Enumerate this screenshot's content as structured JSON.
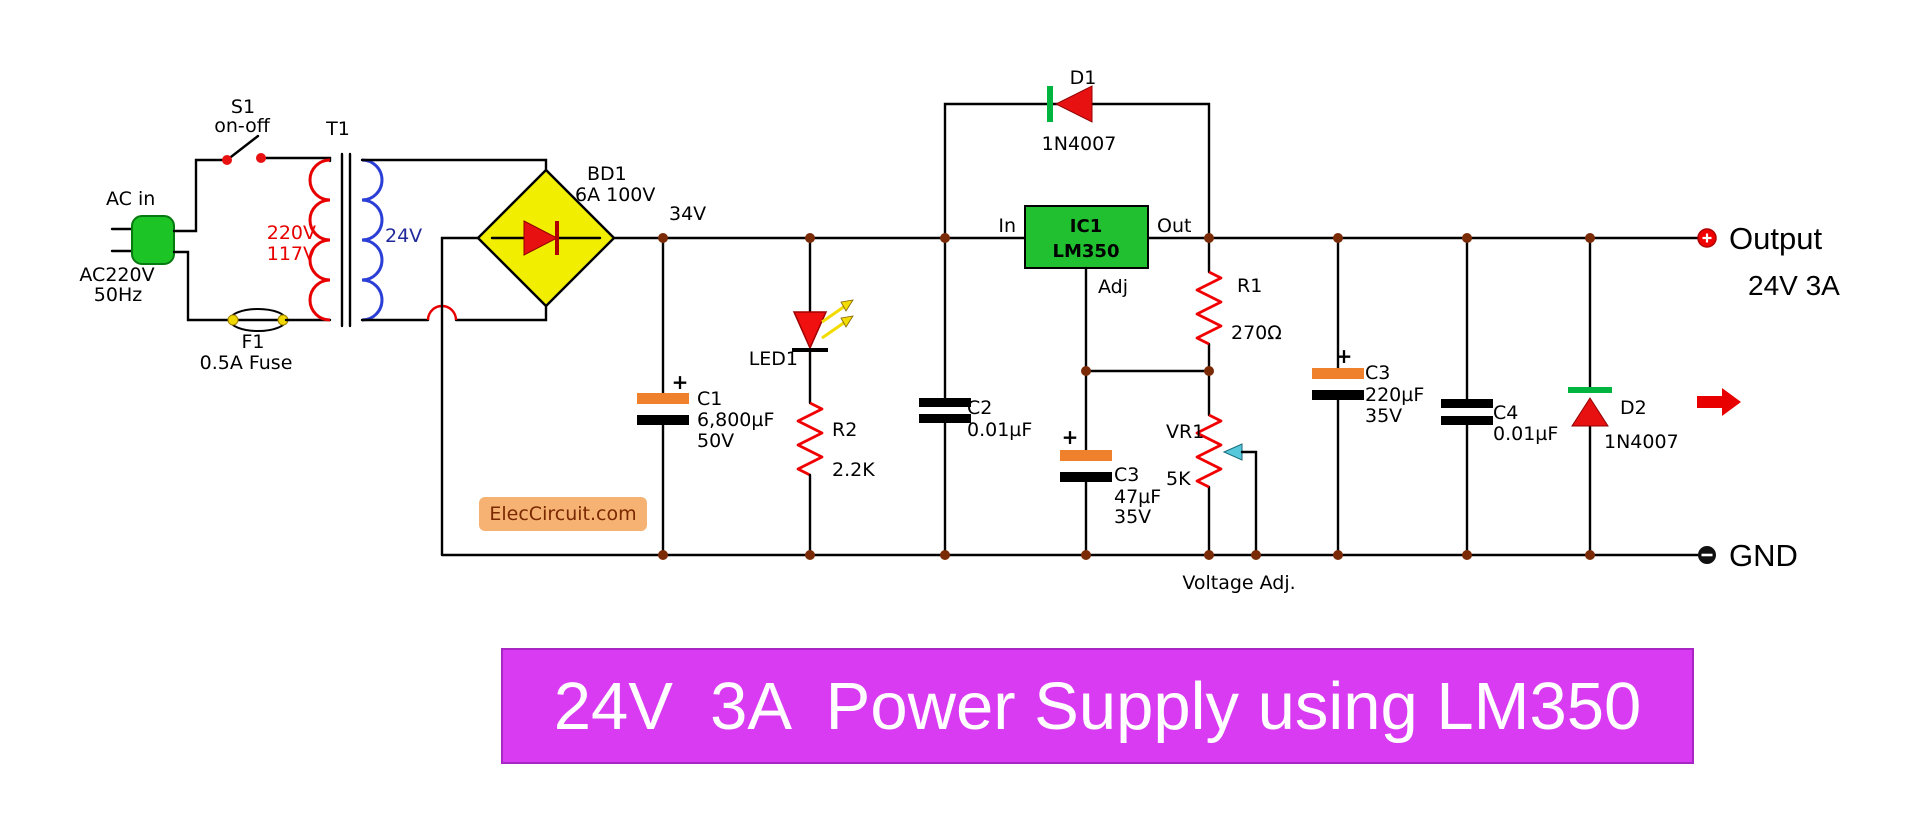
{
  "title_banner": {
    "text": "24V  3A  Power Supply using LM350"
  },
  "watermark": {
    "text": "ElecCircuit.com"
  },
  "labels": {
    "ac_in": "AC in",
    "ac_voltage": "AC220V",
    "ac_freq": "50Hz",
    "s1_name": "S1",
    "s1_state": "on-off",
    "f1_name": "F1",
    "f1_value": "0.5A Fuse",
    "t1_name": "T1",
    "t1_primary_a": "220V",
    "t1_primary_b": "117V",
    "t1_secondary": "24V",
    "bd1_name": "BD1",
    "bd1_rating": "6A 100V",
    "rail_voltage": "34V",
    "c1_plus": "+",
    "c1_name": "C1",
    "c1_value": "6,800µF",
    "c1_rating": "50V",
    "led1_name": "LED1",
    "r2_name": "R2",
    "r2_value": "2.2K",
    "c2_name": "C2",
    "c2_value": "0.01µF",
    "d1_name": "D1",
    "d1_part": "1N4007",
    "ic1_name": "IC1",
    "ic1_part": "LM350",
    "pin_in": "In",
    "pin_out": "Out",
    "pin_adj": "Adj",
    "c3a_plus": "+",
    "c3a_name": "C3",
    "c3a_value": "47µF",
    "c3a_rating": "35V",
    "r1_name": "R1",
    "r1_value": "270Ω",
    "vr1_name": "VR1",
    "vr1_value": "5K",
    "vr1_caption": "Voltage Adj.",
    "c3b_plus": "+",
    "c3b_name": "C3",
    "c3b_value": "220µF",
    "c3b_rating": "35V",
    "c4_name": "C4",
    "c4_value": "0.01µF",
    "d2_name": "D2",
    "d2_part": "1N4007",
    "output_label": "Output",
    "output_rating": "24V 3A",
    "gnd_label": "GND"
  },
  "colors": {
    "wire": "#000000",
    "resistor": "#f00000",
    "primary-coil": "#e80000",
    "secondary-coil": "#2b3fd6",
    "bridge-fill": "#f2ee00",
    "diode-red": "#e81111",
    "diode-green": "#00b440",
    "cap-plus-plate": "#f0812c",
    "cap-plate": "#000000",
    "junction": "#7a2a05",
    "plug-green": "#1dc426",
    "led-red": "#f01010",
    "arrow-yellow": "#f2dc00",
    "wiper-cyan": "#55c8dc",
    "terminal-red": "#f00000",
    "terminal-black": "#101010",
    "label": "#000000",
    "label-red": "#e80000",
    "label-blue": "#202a9a",
    "ic-green": "#20c030",
    "title-bg": "#d93bf2",
    "title-border": "#a826c4",
    "title-text": "#ffffff",
    "watermark-bg": "#f6b273",
    "watermark-text": "#7a2800",
    "switch-dot": "#e81111",
    "fuse-dot": "#f0d800",
    "output-arrow": "#e80000"
  }
}
